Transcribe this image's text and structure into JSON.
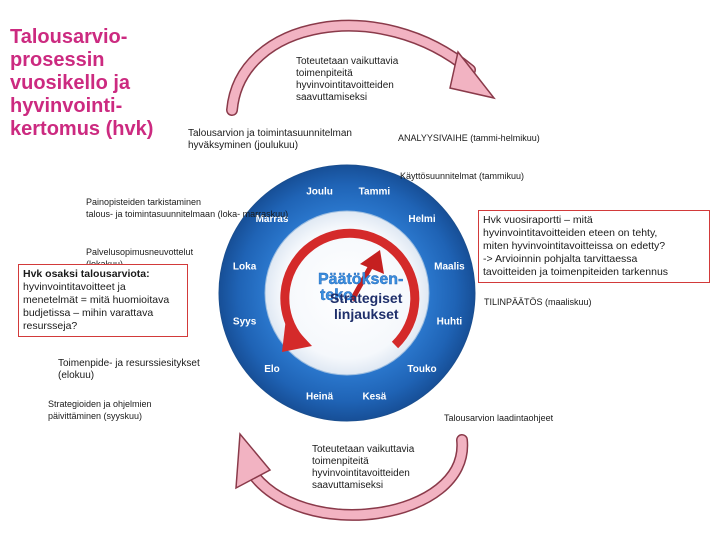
{
  "title": "Talousarvio-prosessin vuosikello ja hyvinvointi-kertomus (hvk)",
  "title_lines": [
    "Talousarvio-",
    "prosessin",
    "vuosikello ja",
    "hyvinvointi-",
    "kertomus (hvk)"
  ],
  "colors": {
    "title": "#cc2a80",
    "ring_outer": "#1f63b5",
    "ring_inner": "#3c8ee0",
    "center": "#ffffff",
    "arrow_red": "#d42a2a",
    "box_border": "#d23a3a",
    "cycle_arrow": "#f2b3c2"
  },
  "top_note": [
    "Toteutetaan vaikuttavia",
    "toimenpiteitä",
    "hyvinvointitavoitteiden",
    "saavuttamiseksi"
  ],
  "bottom_note": [
    "Toteutetaan vaikuttavia",
    "toimenpiteitä",
    "hyvinvointitavoitteiden",
    "saavuttamiseksi"
  ],
  "notes": {
    "budget_approval": [
      "Talousarvion ja toimintasuunnitelman",
      "hyväksyminen (joulukuu)"
    ],
    "analysis": "ANALYYSIVAIHE (tammi-helmikuu)",
    "usage_plans": "Käyttösuunnitelmat (tammikuu)",
    "priorities": [
      "Painopisteiden tarkistaminen",
      "talous- ja toimintasuunnitelmaan (loka- marraskuu)"
    ],
    "service_negotiations": [
      "Palvelusopimusneuvottelut",
      "(lokakuu)"
    ],
    "financial_statements": "TILINPÄÄTÖS (maaliskuu)",
    "actions_resources": [
      "Toimenpide- ja resurssiesitykset",
      "(elokuu)"
    ],
    "strategy_update": [
      "Strategioiden ja ohjelmien",
      "päivittäminen (syyskuu)"
    ],
    "budget_guidelines": "Talousarvion laadintaohjeet"
  },
  "boxes": {
    "hvk_budget": {
      "heading": "Hvk osaksi talousarviota:",
      "body": [
        "hyvinvointitavoitteet ja",
        "menetelmät = mitä huomioitava",
        "budjetissa – mihin  varattava",
        "resursseja?"
      ]
    },
    "hvk_annual_report": {
      "heading": "Hvk vuosiraportti",
      "lines": [
        "Hvk vuosiraportti – mitä",
        "hyvinvointitavoitteiden eteen on tehty,",
        "miten hyvinvointitavoitteissa on edetty?",
        "-> Arvioinnin pohjalta tarvittaessa",
        "tavoitteiden ja toimenpiteiden tarkennus"
      ]
    }
  },
  "months": [
    {
      "name": "Joulu",
      "angle": -15
    },
    {
      "name": "Tammi",
      "angle": 15
    },
    {
      "name": "Helmi",
      "angle": 45
    },
    {
      "name": "Maalis",
      "angle": 75
    },
    {
      "name": "Huhti",
      "angle": 105
    },
    {
      "name": "Touko",
      "angle": 135
    },
    {
      "name": "Kesä",
      "angle": 165
    },
    {
      "name": "Heinä",
      "angle": 195
    },
    {
      "name": "Elo",
      "angle": 225
    },
    {
      "name": "Syys",
      "angle": 255
    },
    {
      "name": "Loka",
      "angle": 285
    },
    {
      "name": "Marras",
      "angle": 315
    }
  ],
  "center": {
    "decision": [
      "Päätöksen-",
      "teko"
    ],
    "strategy": [
      "Strategiset",
      "linjaukset"
    ]
  }
}
